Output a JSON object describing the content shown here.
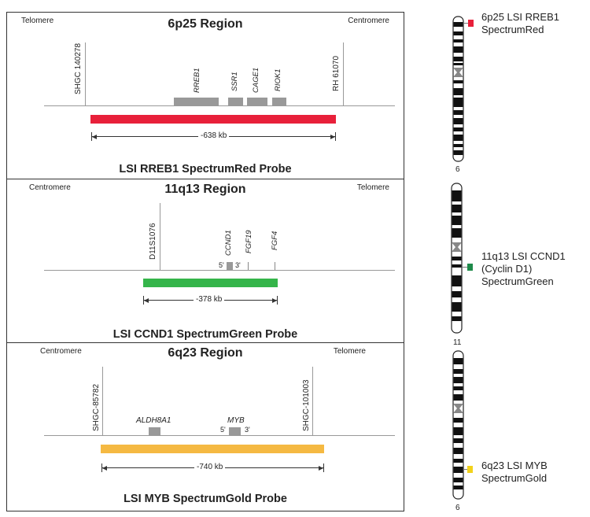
{
  "panels": [
    {
      "title": "6p25 Region",
      "left_end": "Telomere",
      "right_end": "Centromere",
      "markers": [
        "SHGC 140278",
        "RH 61070"
      ],
      "genes": [
        "RREB1",
        "SSR1",
        "CAGE1",
        "RIOK1"
      ],
      "size": "-638 kb",
      "probe": "LSI RREB1 SpectrumRed Probe",
      "color": "#e8203a"
    },
    {
      "title": "11q13 Region",
      "left_end": "Centromere",
      "right_end": "Telomere",
      "markers": [
        "D11S1076"
      ],
      "genes": [
        "CCND1",
        "FGF19",
        "FGF4"
      ],
      "ends": [
        "5'",
        "3'"
      ],
      "size": "-378 kb",
      "probe": "LSI CCND1 SpectrumGreen Probe",
      "color": "#35b54a"
    },
    {
      "title": "6q23 Region",
      "left_end": "Centromere",
      "right_end": "Telomere",
      "markers": [
        "SHGC-85782",
        "SHGC-101003"
      ],
      "genes": [
        "ALDH8A1",
        "MYB"
      ],
      "ends": [
        "5'",
        "3'"
      ],
      "size": "-740 kb",
      "probe": "LSI MYB SpectrumGold Probe",
      "color": "#f5b942"
    }
  ],
  "chromosomes": [
    {
      "number": "6",
      "label_lines": [
        "6p25 LSI RREB1",
        "SpectrumRed"
      ],
      "marker_color": "#e8203a"
    },
    {
      "number": "11",
      "label_lines": [
        "11q13 LSI CCND1",
        "(Cyclin D1)",
        "SpectrumGreen"
      ],
      "marker_color": "#1e8a4a"
    },
    {
      "number": "6",
      "label_lines": [
        "6q23 LSI MYB",
        "SpectrumGold"
      ],
      "marker_color": "#f2d21b"
    }
  ]
}
